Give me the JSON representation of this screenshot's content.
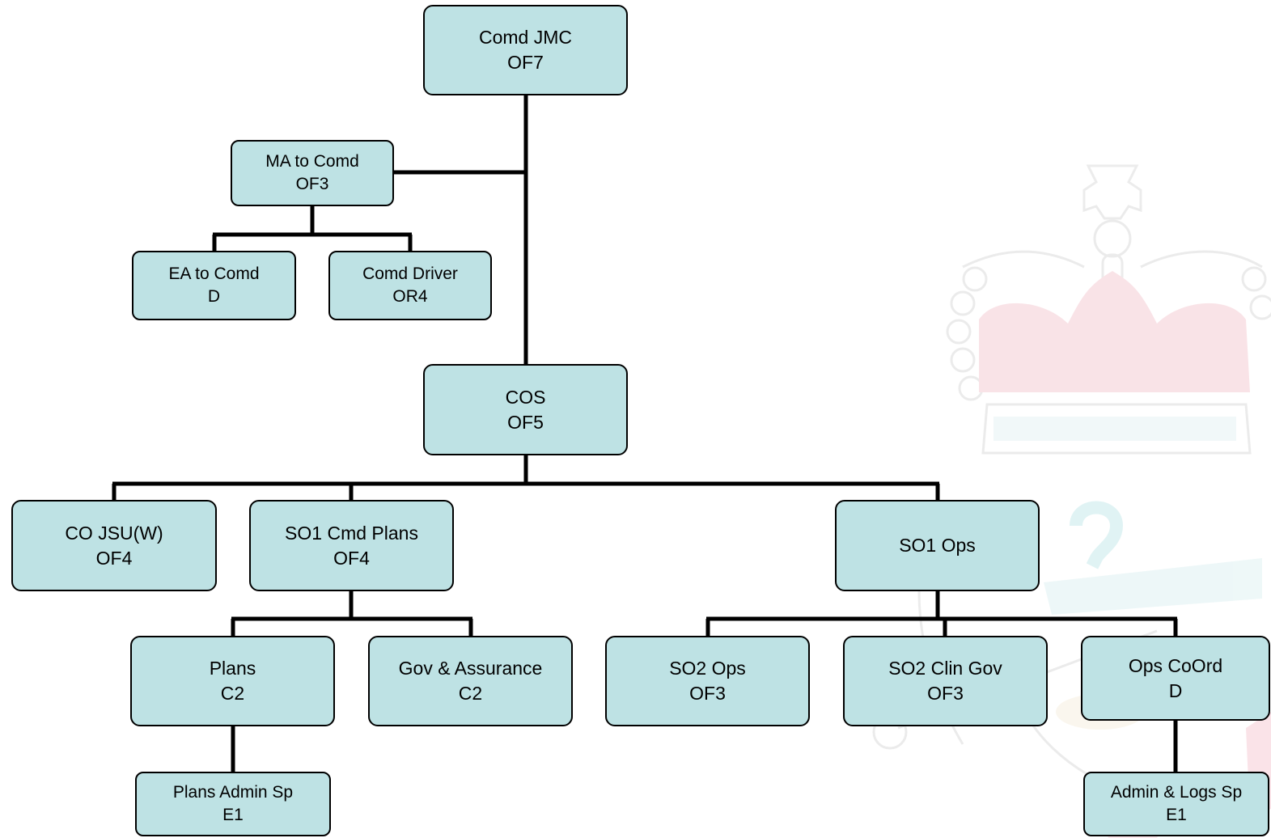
{
  "nodes": {
    "comd_jmc": {
      "line1": "Comd JMC",
      "line2": "OF7"
    },
    "ma_to_comd": {
      "line1": "MA to Comd",
      "line2": "OF3"
    },
    "ea_to_comd": {
      "line1": "EA to Comd",
      "line2": "D"
    },
    "comd_driver": {
      "line1": "Comd Driver",
      "line2": "OR4"
    },
    "cos": {
      "line1": "COS",
      "line2": "OF5"
    },
    "co_jsu": {
      "line1": "CO JSU(W)",
      "line2": "OF4"
    },
    "so1_cmd_plans": {
      "line1": "SO1 Cmd Plans",
      "line2": "OF4"
    },
    "so1_ops": {
      "line1": "SO1 Ops",
      "line2": ""
    },
    "plans": {
      "line1": "Plans",
      "line2": "C2"
    },
    "gov_assurance": {
      "line1": "Gov & Assurance",
      "line2": "C2"
    },
    "so2_ops": {
      "line1": "SO2 Ops",
      "line2": "OF3"
    },
    "so2_clin_gov": {
      "line1": "SO2 Clin Gov",
      "line2": "OF3"
    },
    "ops_coord": {
      "line1": "Ops CoOrd",
      "line2": "D"
    },
    "plans_admin_sp": {
      "line1": "Plans Admin Sp",
      "line2": "E1"
    },
    "admin_logs_sp": {
      "line1": "Admin & Logs Sp",
      "line2": "E1"
    }
  },
  "colors": {
    "box_fill": "#bee2e4",
    "line": "#000000",
    "watermark": "#f0b0bd"
  }
}
